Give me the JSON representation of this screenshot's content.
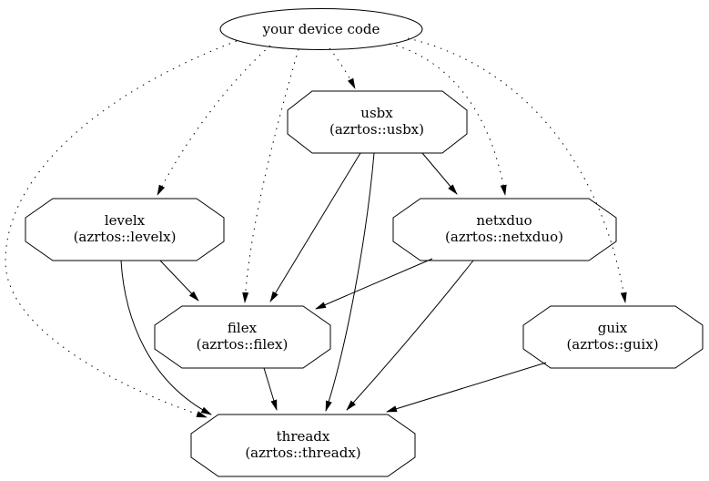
{
  "background_color": "#ffffff",
  "stroke_color": "#000000",
  "graph_type": "dependency-graph",
  "nodes": [
    {
      "id": "device",
      "shape": "ellipse",
      "label": "your device code",
      "sublabel": ""
    },
    {
      "id": "usbx",
      "shape": "octagon",
      "label": "usbx",
      "sublabel": "(azrtos::usbx)"
    },
    {
      "id": "levelx",
      "shape": "octagon",
      "label": "levelx",
      "sublabel": "(azrtos::levelx)"
    },
    {
      "id": "netxduo",
      "shape": "octagon",
      "label": "netxduo",
      "sublabel": "(azrtos::netxduo)"
    },
    {
      "id": "filex",
      "shape": "octagon",
      "label": "filex",
      "sublabel": "(azrtos::filex)"
    },
    {
      "id": "guix",
      "shape": "octagon",
      "label": "guix",
      "sublabel": "(azrtos::guix)"
    },
    {
      "id": "threadx",
      "shape": "octagon",
      "label": "threadx",
      "sublabel": "(azrtos::threadx)"
    }
  ],
  "edges": [
    {
      "from": "device",
      "to": "usbx",
      "style": "dotted"
    },
    {
      "from": "device",
      "to": "levelx",
      "style": "dotted"
    },
    {
      "from": "device",
      "to": "netxduo",
      "style": "dotted"
    },
    {
      "from": "device",
      "to": "filex",
      "style": "dotted"
    },
    {
      "from": "device",
      "to": "guix",
      "style": "dotted"
    },
    {
      "from": "device",
      "to": "threadx",
      "style": "dotted"
    },
    {
      "from": "usbx",
      "to": "netxduo",
      "style": "solid"
    },
    {
      "from": "usbx",
      "to": "filex",
      "style": "solid"
    },
    {
      "from": "usbx",
      "to": "threadx",
      "style": "solid"
    },
    {
      "from": "levelx",
      "to": "filex",
      "style": "solid"
    },
    {
      "from": "levelx",
      "to": "threadx",
      "style": "solid"
    },
    {
      "from": "netxduo",
      "to": "filex",
      "style": "solid"
    },
    {
      "from": "netxduo",
      "to": "threadx",
      "style": "solid"
    },
    {
      "from": "filex",
      "to": "threadx",
      "style": "solid"
    },
    {
      "from": "guix",
      "to": "threadx",
      "style": "solid"
    }
  ]
}
